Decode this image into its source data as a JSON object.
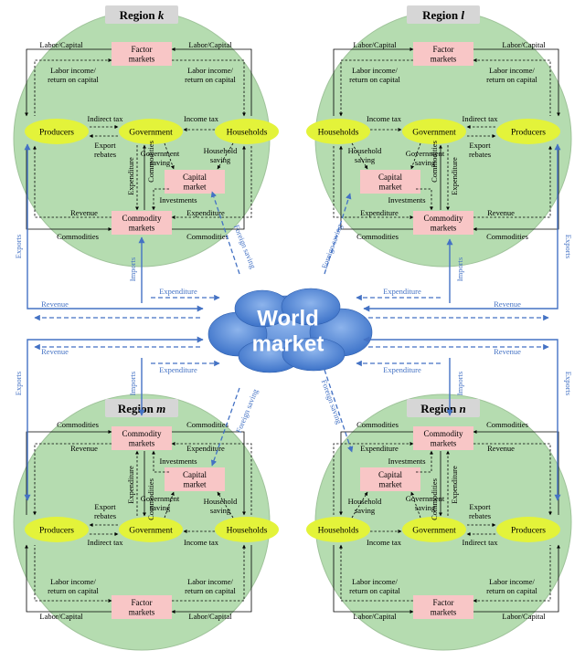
{
  "colors": {
    "circle_fill": "#b5dcb0",
    "circle_stroke": "#9fc39a",
    "title_bg": "#d6d6d6",
    "market_fill": "#f8c6c6",
    "agent_fill": "#e3f33a",
    "world_fill": "#5a8edc",
    "blue_arrow": "#4472c4",
    "black_arrow": "#000000"
  },
  "world": {
    "label_line1": "World",
    "label_line2": "market"
  },
  "regions": {
    "k": {
      "title": "Region k"
    },
    "l": {
      "title": "Region l"
    },
    "m": {
      "title": "Region m"
    },
    "n": {
      "title": "Region n"
    }
  },
  "nodes": {
    "factor_markets": "Factor markets",
    "commodity_markets": "Commodity markets",
    "capital_market": "Capital market",
    "producers": "Producers",
    "government": "Government",
    "households": "Households"
  },
  "flows": {
    "labor_capital": "Labor/Capital",
    "labor_income": "Labor income/ return on capital",
    "indirect_tax": "Indirect tax",
    "export_rebates": "Export rebates",
    "income_tax": "Income tax",
    "government_saving": "Government saving",
    "household_saving": "Household saving",
    "investments": "Investments",
    "expenditure": "Expenditure",
    "commodities": "Commodities",
    "revenue": "Revenue"
  },
  "world_flows": {
    "exports": "Exports",
    "imports": "Imports",
    "revenue": "Revenue",
    "expenditure": "Expenditure",
    "foreign_saving": "Foreign saving"
  }
}
